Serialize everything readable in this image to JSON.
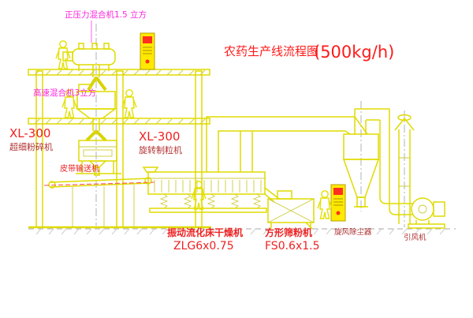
{
  "drawing": {
    "title": "农药生产线流程图",
    "title_capacity": "(500kg/h)",
    "labels": {
      "pressure_mixer": "正压力混合机1.5 立方",
      "high_speed_mixer": "高速混合机3立方",
      "pulverizer_model": "XL-300",
      "pulverizer_name": "超细粉碎机",
      "granulator_model": "XL-300",
      "granulator_name": "旋转制粒机",
      "belt_conveyor": "皮带输送机",
      "dryer_name": "振动流化床干燥机",
      "dryer_model": "ZLG6x0.75",
      "sifter_name": "方形筛粉机",
      "sifter_model": "FS0.6x1.5",
      "cyclone": "旋风除尘器",
      "fan": "引风机"
    },
    "colors": {
      "line_yellow": "#dfdb00",
      "title_red": "#ff1a1a",
      "label_red": "#ee2222",
      "label_dark_red": "#b23232",
      "magenta": "#ff22dd",
      "panel_yellow": "#ffe900",
      "panel_screen_red": "#ff3020",
      "centerline_gray": "#9aa0a6"
    }
  }
}
